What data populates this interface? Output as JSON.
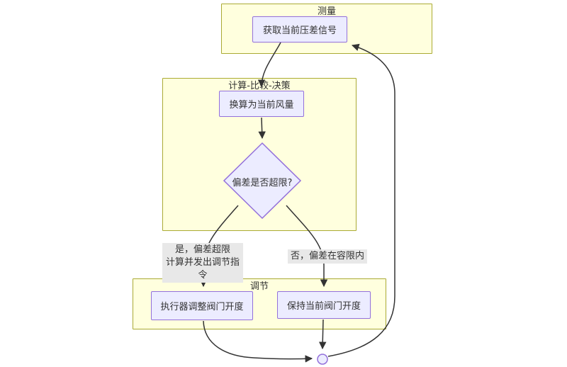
{
  "diagram": {
    "type": "flowchart",
    "groups": [
      {
        "title": "测量"
      },
      {
        "title": "计算-比较-决策"
      },
      {
        "title": "调节"
      }
    ],
    "nodes": [
      {
        "label": "获取当前压差信号",
        "shape": "rect",
        "group": "测量"
      },
      {
        "label": "换算为当前风量",
        "shape": "rect",
        "group": "计算-比较-决策"
      },
      {
        "label": "偏差是否超限?",
        "shape": "diamond",
        "group": "计算-比较-决策"
      },
      {
        "label": "执行器调整阀门开度",
        "shape": "rect",
        "group": "调节"
      },
      {
        "label": "保持当前阀门开度",
        "shape": "rect",
        "group": "调节"
      },
      {
        "label": "",
        "shape": "circle-junction"
      }
    ],
    "edges": [
      {
        "from": "获取当前压差信号",
        "to": "换算为当前风量",
        "label": ""
      },
      {
        "from": "换算为当前风量",
        "to": "偏差是否超限?",
        "label": ""
      },
      {
        "from": "偏差是否超限?",
        "to": "执行器调整阀门开度",
        "label": "是，偏差超限 计算并发出调节指令"
      },
      {
        "from": "偏差是否超限?",
        "to": "保持当前阀门开度",
        "label": "否，偏差在容限内"
      },
      {
        "from": "执行器调整阀门开度",
        "to": "junction",
        "label": ""
      },
      {
        "from": "保持当前阀门开度",
        "to": "junction",
        "label": ""
      },
      {
        "from": "junction",
        "to": "获取当前压差信号",
        "label": ""
      }
    ],
    "edge_labels": {
      "yes": {
        "line1": "是，偏差超限",
        "line2": "计算并发出调节指令"
      },
      "no": {
        "line1": "否，偏差在容限内"
      }
    },
    "colors": {
      "group_fill": "#ffffde",
      "group_border": "#aaaa33",
      "node_fill": "#ececff",
      "node_border": "#9370db",
      "edge": "#333333",
      "edge_label_bg": "#e8e8e8",
      "text": "#333333",
      "background": "#ffffff"
    }
  }
}
